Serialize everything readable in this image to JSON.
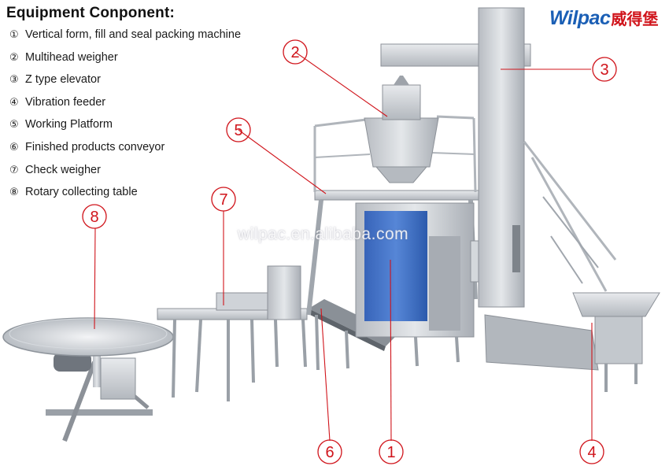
{
  "title": "Equipment Conponent:",
  "brand": {
    "latin": "Wilpac",
    "cjk": "威得堡"
  },
  "watermark": "wilpac.en.alibaba.com",
  "components": [
    {
      "marker": "①",
      "label": "Vertical form, fill and seal packing machine"
    },
    {
      "marker": "②",
      "label": "Multihead weigher"
    },
    {
      "marker": "③",
      "label": "Z type elevator"
    },
    {
      "marker": "④",
      "label": "Vibration feeder"
    },
    {
      "marker": "⑤",
      "label": "Working Platform"
    },
    {
      "marker": "⑥",
      "label": "Finished products conveyor"
    },
    {
      "marker": "⑦",
      "label": "Check weigher"
    },
    {
      "marker": "⑧",
      "label": "Rotary collecting table"
    }
  ],
  "callouts": [
    "1",
    "2",
    "3",
    "4",
    "5",
    "6",
    "7",
    "8"
  ],
  "colors": {
    "accent_red": "#d0141b",
    "brand_blue": "#1b5fb5",
    "machine_steel": "#c9cdd2",
    "bag_blue": "#1d4fa8"
  }
}
